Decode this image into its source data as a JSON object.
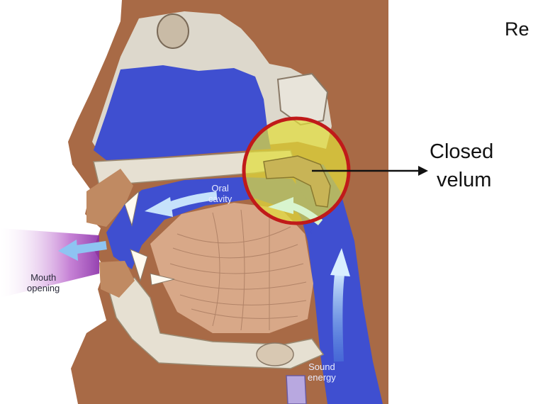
{
  "heading_fragment": "Re",
  "callout": {
    "line1": "Closed",
    "line2": "velum"
  },
  "labels": {
    "oral_cavity": [
      "Oral",
      "cavity"
    ],
    "mouth_opening": [
      "Mouth",
      "opening"
    ],
    "sound_energy": [
      "Sound",
      "energy"
    ]
  },
  "colors": {
    "skin": "#a86a46",
    "airway": "#3f4fd0",
    "bone": "#ddd8cc",
    "tongue": "#d8a888",
    "highlight_fill": "#e0dc3a",
    "highlight_ring": "#c01a1a",
    "airflow": "#9fc7f0",
    "exhale": "#a44ab8"
  }
}
